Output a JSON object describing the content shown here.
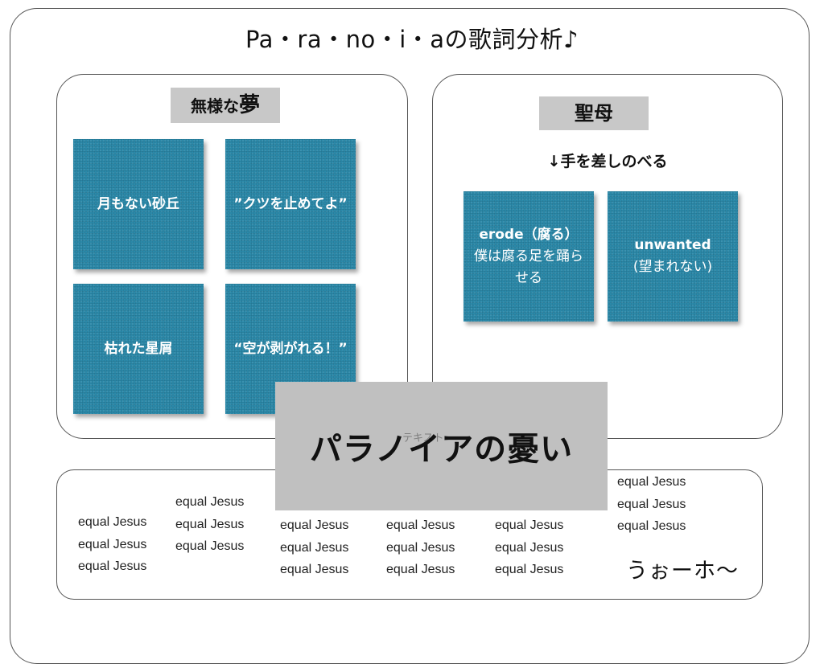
{
  "title": "Pa・ra・no・i・aの歌詞分析♪",
  "left": {
    "tag_small": "無様な",
    "tag_big": "夢",
    "notes": [
      "月もない砂丘",
      "”クツを止めてよ”",
      "枯れた星屑",
      "“空が剥がれる！”"
    ]
  },
  "right": {
    "tag": "聖母",
    "subtitle": "↓手を差しのべる",
    "note1": {
      "head": "erode（腐る）",
      "body": "僕は腐る足を踊らせる"
    },
    "note2": {
      "head": "unwanted",
      "body": "(望まれない)"
    }
  },
  "banner": {
    "text": "パラノイアの憂い",
    "ghost": "テキスト"
  },
  "bottom": {
    "col1": [
      "equal Jesus",
      "equal Jesus",
      "equal Jesus"
    ],
    "col2": [
      "equal Jesus",
      "equal Jesus",
      "equal Jesus"
    ],
    "col3": [
      "equal Jesus",
      "equal Jesus",
      "equal Jesus"
    ],
    "col4": [
      "equal Jesus",
      "equal Jesus",
      "equal Jesus"
    ],
    "col5": [
      "equal Jesus",
      "equal Jesus",
      "equal Jesus"
    ],
    "col6": [
      "equal Jesus",
      "equal Jesus",
      "equal Jesus"
    ],
    "shout": "うぉーホ〜"
  },
  "colors": {
    "note": "#2b89a9",
    "tag": "#c8c8c8",
    "banner": "#c0c0c0",
    "border": "#555555"
  }
}
